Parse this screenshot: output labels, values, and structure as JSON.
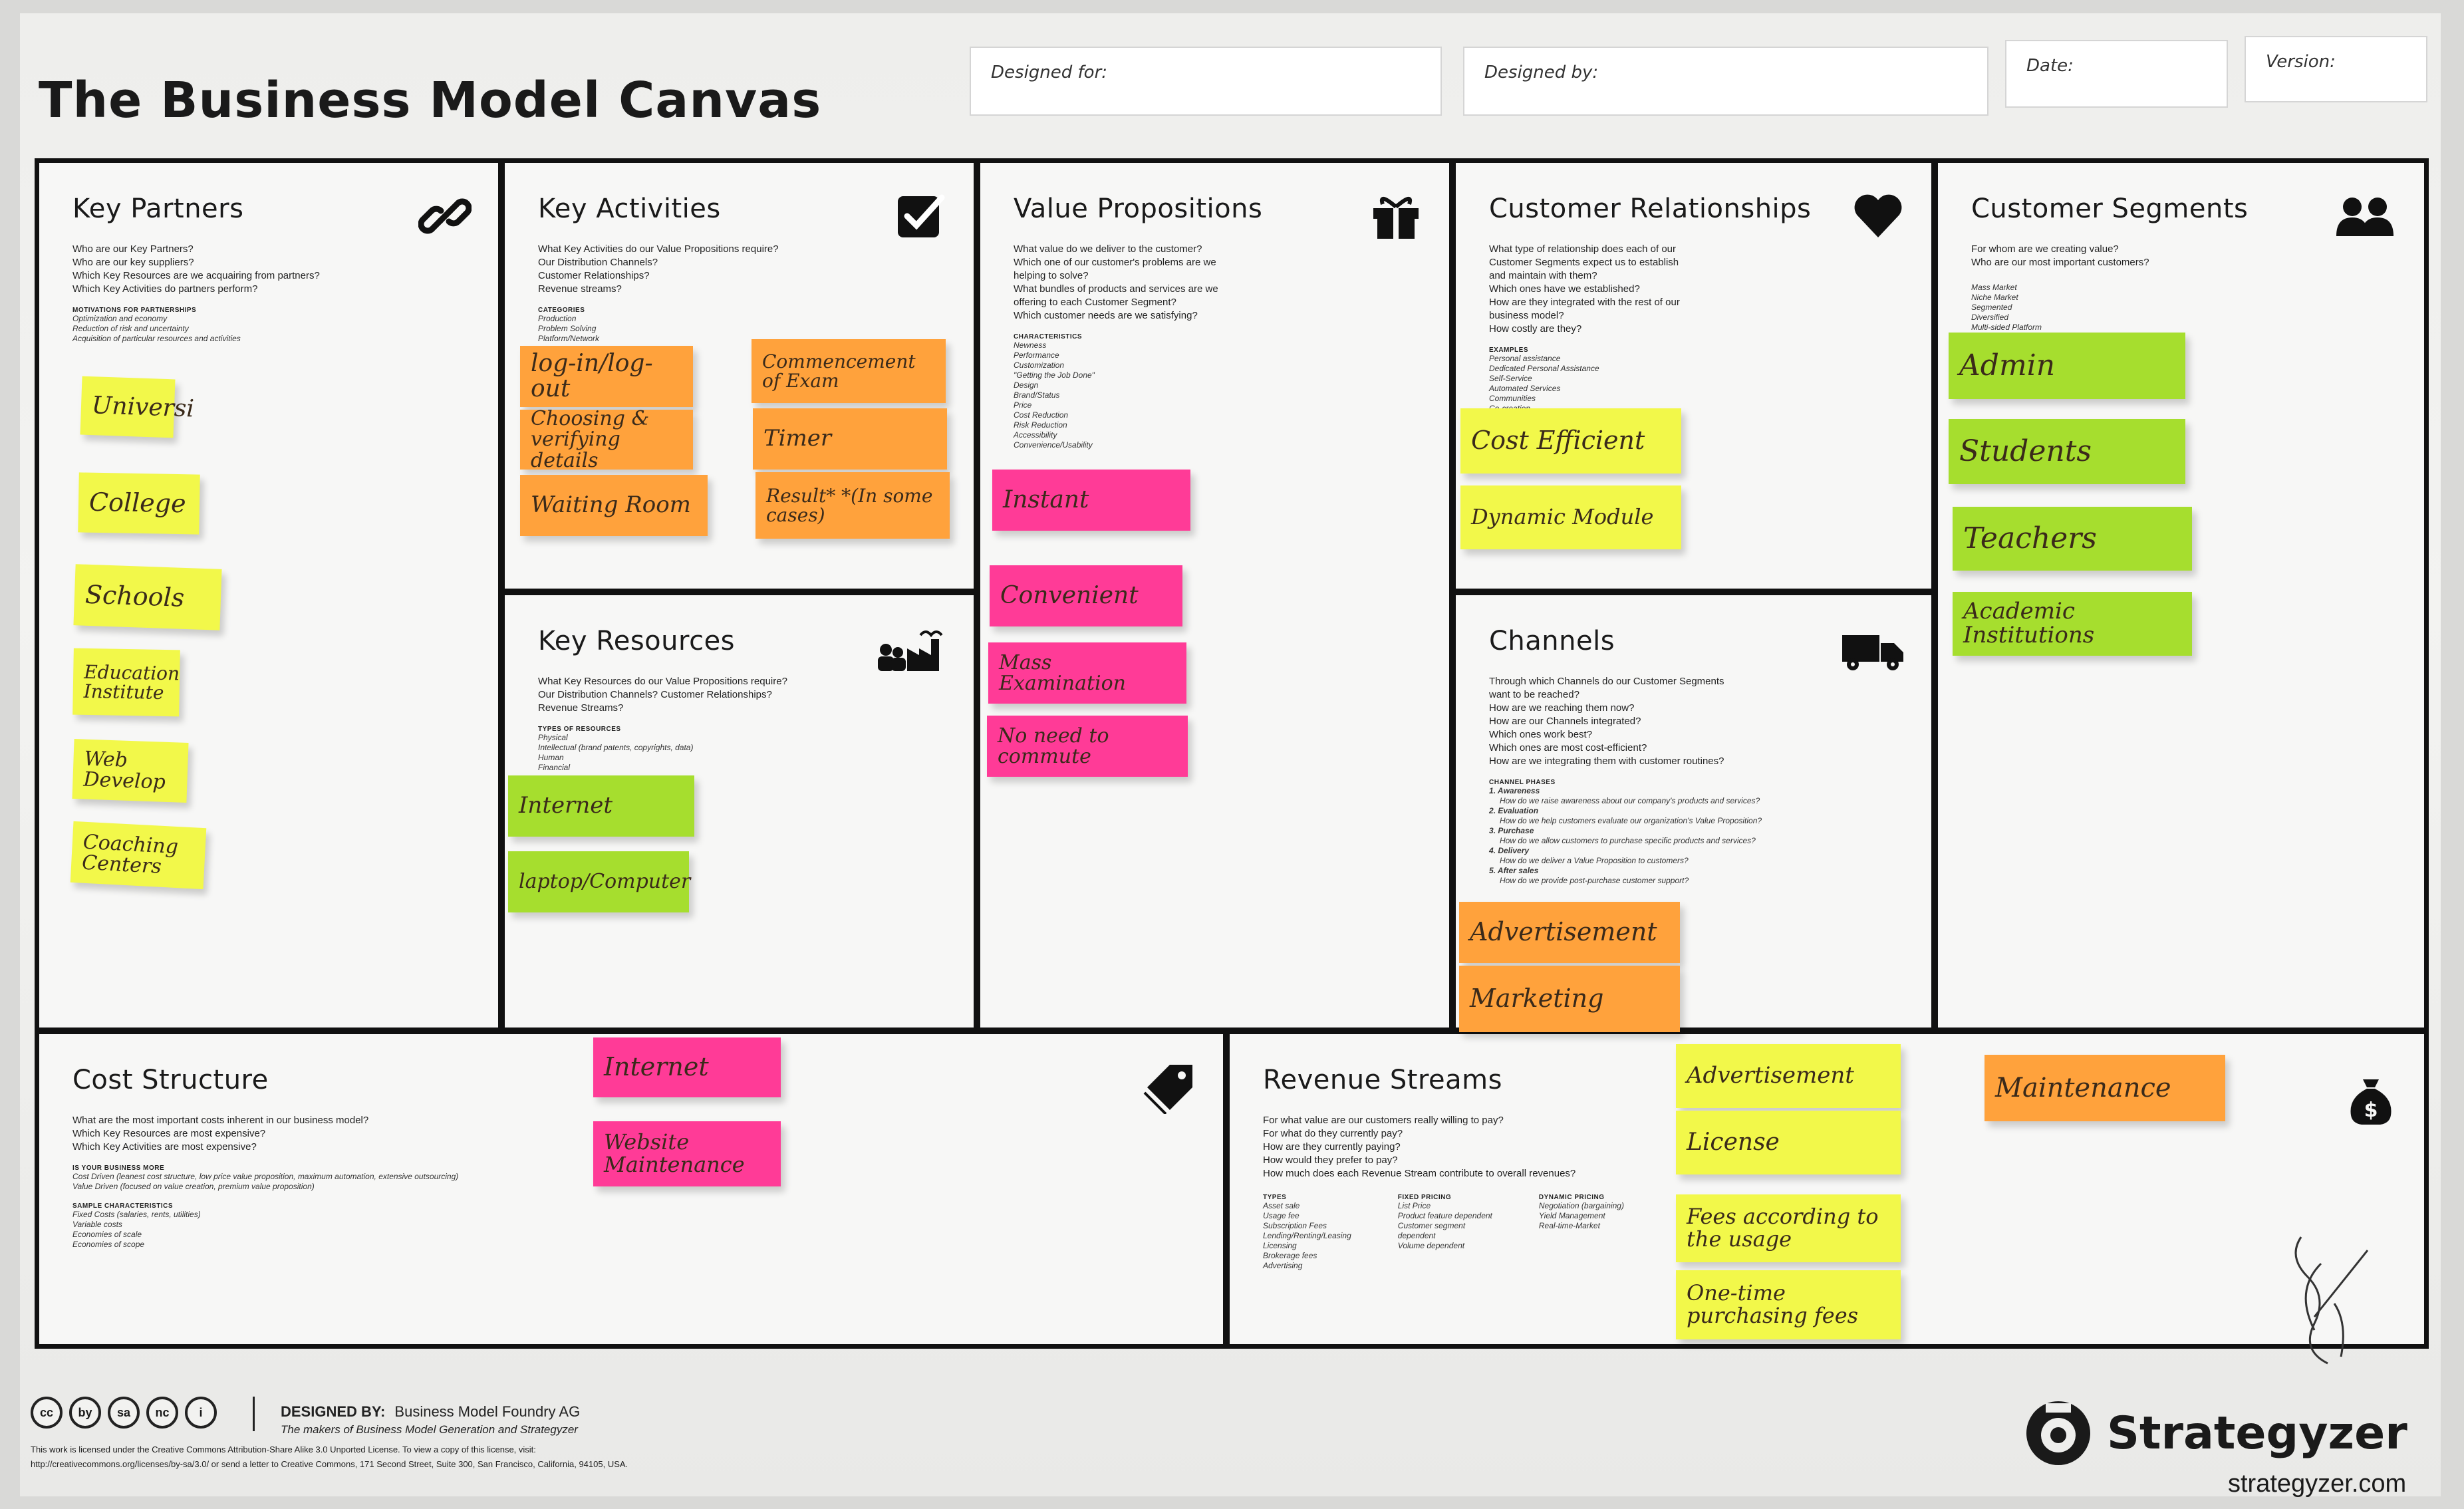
{
  "title": "The Business Model Canvas",
  "meta": {
    "designed_for": "Designed for:",
    "designed_by": "Designed by:",
    "date": "Date:",
    "version": "Version:"
  },
  "blocks": {
    "key_partners": {
      "title": "Key Partners",
      "questions": [
        "Who are our Key Partners?",
        "Who are our key suppliers?",
        "Which Key Resources are we acquairing from partners?",
        "Which Key Activities do partners perform?"
      ],
      "sub_head": "Motivations for partnerships",
      "sub_items": [
        "Optimization and economy",
        "Reduction of risk and uncertainty",
        "Acquisition of particular resources and activities"
      ],
      "icon": "link-icon"
    },
    "key_activities": {
      "title": "Key Activities",
      "questions": [
        "What Key Activities do our Value Propositions require?",
        "Our Distribution Channels?",
        "Customer Relationships?",
        "Revenue streams?"
      ],
      "sub_head": "Categories",
      "sub_items": [
        "Production",
        "Problem Solving",
        "Platform/Network"
      ],
      "icon": "checkbox-icon"
    },
    "key_resources": {
      "title": "Key Resources",
      "questions": [
        "What Key Resources do our Value Propositions require?",
        "Our Distribution Channels? Customer Relationships?",
        "Revenue Streams?"
      ],
      "sub_head": "Types of resources",
      "sub_items": [
        "Physical",
        "Intellectual (brand patents, copyrights, data)",
        "Human",
        "Financial"
      ],
      "icon": "factory-icon"
    },
    "value_propositions": {
      "title": "Value Propositions",
      "questions": [
        "What value do we deliver to the customer?",
        "Which one of our customer's problems are we",
        "helping to solve?",
        "What bundles of products and services are we",
        "offering to each Customer Segment?",
        "Which customer needs are we satisfying?"
      ],
      "sub_head": "Characteristics",
      "sub_items": [
        "Newness",
        "Performance",
        "Customization",
        "\"Getting the Job Done\"",
        "Design",
        "Brand/Status",
        "Price",
        "Cost Reduction",
        "Risk Reduction",
        "Accessibility",
        "Convenience/Usability"
      ],
      "icon": "gift-icon"
    },
    "customer_relationships": {
      "title": "Customer Relationships",
      "questions": [
        "What type of relationship does each of our",
        "Customer Segments expect us to establish",
        "and maintain with them?",
        "Which ones have we established?",
        "How are they integrated with the rest of our",
        "business model?",
        "How costly are they?"
      ],
      "sub_head": "Examples",
      "sub_items": [
        "Personal assistance",
        "Dedicated Personal Assistance",
        "Self-Service",
        "Automated Services",
        "Communities",
        "Co-creation"
      ],
      "icon": "heart-icon"
    },
    "channels": {
      "title": "Channels",
      "questions": [
        "Through which Channels do our Customer Segments",
        "want to be reached?",
        "How are we reaching them now?",
        "How are our Channels integrated?",
        "Which ones work best?",
        "Which ones are most cost-efficient?",
        "How are we integrating them with customer routines?"
      ],
      "sub_head": "Channel phases",
      "sub_items": [
        "1. Awareness",
        "How do we raise awareness about our company's products and services?",
        "2. Evaluation",
        "How do we help customers evaluate our organization's Value Proposition?",
        "3. Purchase",
        "How do we allow customers to purchase specific products and services?",
        "4. Delivery",
        "How do we deliver a Value Proposition to customers?",
        "5. After sales",
        "How do we provide post-purchase customer support?"
      ],
      "icon": "truck-icon"
    },
    "customer_segments": {
      "title": "Customer Segments",
      "questions": [
        "For whom are we creating value?",
        "Who are our most important customers?"
      ],
      "sub_items": [
        "Mass Market",
        "Niche Market",
        "Segmented",
        "Diversified",
        "Multi-sided Platform"
      ],
      "icon": "people-icon"
    },
    "cost_structure": {
      "title": "Cost Structure",
      "questions": [
        "What are the most important costs inherent in our business model?",
        "Which Key Resources are most expensive?",
        "Which Key Activities are most expensive?"
      ],
      "sub_head": "Is your business more",
      "sub_items": [
        "Cost Driven (leanest cost structure, low price value proposition, maximum automation, extensive outsourcing)",
        "Value Driven (focused on value creation, premium value proposition)"
      ],
      "sub_head2": "Sample characteristics",
      "sub_items2": [
        "Fixed Costs (salaries, rents, utilities)",
        "Variable costs",
        "Economies of scale",
        "Economies of scope"
      ],
      "icon": "tag-icon"
    },
    "revenue_streams": {
      "title": "Revenue Streams",
      "questions": [
        "For what value are our customers really willing to pay?",
        "For what do they currently pay?",
        "How are they currently paying?",
        "How would they prefer to pay?",
        "How much does each Revenue Stream contribute to overall revenues?"
      ],
      "col1_head": "Types",
      "col1": [
        "Asset sale",
        "Usage fee",
        "Subscription Fees",
        "Lending/Renting/Leasing",
        "Licensing",
        "Brokerage fees",
        "Advertising"
      ],
      "col2_head": "Fixed pricing",
      "col2": [
        "List Price",
        "Product feature dependent",
        "Customer segment",
        "dependent",
        "Volume dependent"
      ],
      "col3_head": "Dynamic pricing",
      "col3": [
        "Negotiation (bargaining)",
        "Yield Management",
        "Real-time-Market"
      ],
      "icon": "money-bag-icon"
    }
  },
  "notes": {
    "kp": [
      "Universi",
      "College",
      "Schools",
      "Education Institute",
      "Web Develop",
      "Coaching Centers"
    ],
    "ka": [
      "log-in/log-out",
      "Choosing & verifying details",
      "Waiting Room",
      "Commencement of Exam",
      "Timer",
      "Result* *(In some cases)"
    ],
    "kr": [
      "Internet",
      "laptop/Computer"
    ],
    "vp": [
      "Instant",
      "Convenient",
      "Mass Examination",
      "No need to commute"
    ],
    "cr": [
      "Cost Efficient",
      "Dynamic Module"
    ],
    "ch": [
      "Advertisement",
      "Marketing"
    ],
    "cs": [
      "Admin",
      "Students",
      "Teachers",
      "Academic Institutions"
    ],
    "cost": [
      "Internet",
      "Website Maintenance"
    ],
    "rev": [
      "Advertisement",
      "License",
      "Fees according to the usage",
      "One-time purchasing fees",
      "Maintenance"
    ]
  },
  "footer": {
    "designed_by_label": "DESIGNED BY:",
    "designed_by_value": "Business Model Foundry AG",
    "tagline": "The makers of Business Model Generation and Strategyzer",
    "license_line1": "This work is licensed under the Creative Commons Attribution-Share Alike 3.0 Unported License. To view a copy of this license, visit:",
    "license_line2": "http://creativecommons.org/licenses/by-sa/3.0/ or send a letter to Creative Commons, 171 Second Street, Suite 300, San Francisco, California, 94105, USA.",
    "cc_icons": [
      "cc",
      "by",
      "sa",
      "nc",
      "i"
    ],
    "brand": "Strategyzer",
    "brand_url": "strategyzer.com"
  },
  "colors": {
    "yellow": "#f2f84a",
    "lime": "#a6de2e",
    "orange": "#ffa23c",
    "pink": "#ff3b97"
  }
}
